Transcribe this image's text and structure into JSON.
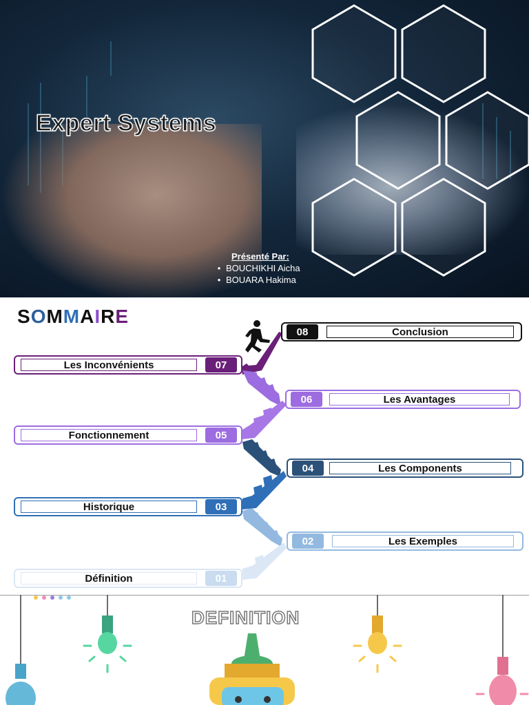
{
  "slide1": {
    "title": "Expert Systems",
    "presented_by": "Présenté Par:",
    "presenters": [
      "BOUCHIKHI Aicha",
      "BOUARA Hakima"
    ],
    "bullet": "•"
  },
  "slide2": {
    "heading_letters": [
      {
        "ch": "S",
        "color": "#111111"
      },
      {
        "ch": "O",
        "color": "#2f5f9a"
      },
      {
        "ch": "M",
        "color": "#111111"
      },
      {
        "ch": "M",
        "color": "#2f6fb7"
      },
      {
        "ch": "A",
        "color": "#111111"
      },
      {
        "ch": "I",
        "color": "#8e4fd0"
      },
      {
        "ch": "R",
        "color": "#111111"
      },
      {
        "ch": "E",
        "color": "#6a1f78"
      }
    ],
    "items": [
      {
        "num": "08",
        "label": "Conclusion"
      },
      {
        "num": "07",
        "label": "Les Inconvénients"
      },
      {
        "num": "06",
        "label": "Les Avantages"
      },
      {
        "num": "05",
        "label": "Fonctionnement"
      },
      {
        "num": "04",
        "label": "Les Components"
      },
      {
        "num": "03",
        "label": "Historique"
      },
      {
        "num": "02",
        "label": "Les Exemples"
      },
      {
        "num": "01",
        "label": "Définition"
      }
    ],
    "runner_icon": "running-person-icon"
  },
  "slide3": {
    "title": "DEFINITION",
    "icons": [
      "light-bulb-icon",
      "robot-icon"
    ]
  },
  "colors": {
    "black": "#111111",
    "dark_purple": "#6a1f78",
    "purple": "#8e4fd0",
    "violet": "#9c6ce0",
    "navy": "#2b5179",
    "blue": "#2f6fb7",
    "light_blue": "#93b9e0",
    "pale_blue": "#c9dcf0"
  }
}
